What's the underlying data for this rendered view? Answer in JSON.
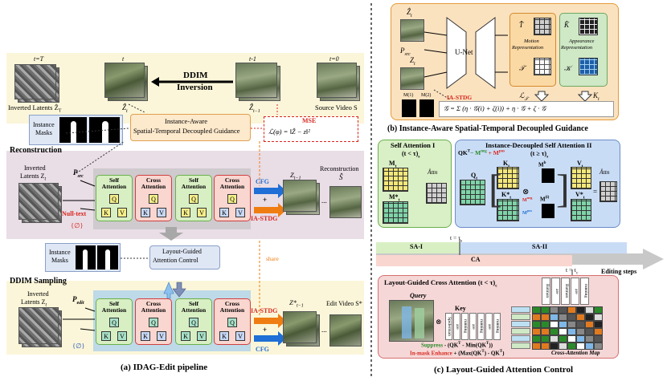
{
  "left": {
    "times": [
      "t=T",
      "t",
      "t-1",
      "t=0"
    ],
    "ddim_inversion": [
      "DDIM",
      "Inversion"
    ],
    "inverted_latents_top": "Inverted Latents Ẑ",
    "inverted_latents_top_sub": "T",
    "z_hat_t": "Ẑ",
    "z_hat_t_sub": "t",
    "z_hat_t1": "Ẑ",
    "z_hat_t1_sub": "t−1",
    "source_video": "Source Video S",
    "instance_masks": [
      "Instance",
      "Masks"
    ],
    "ia_guidance": [
      "Instance-Aware",
      "Spatial-Temporal Decoupled Guidance"
    ],
    "mse": "MSE",
    "loss": "ℒ(φ) = ‖Ẑ − z‖²",
    "reconstruction": "Reconstruction",
    "inverted_latents_z": [
      "Inverted",
      "Latents Z"
    ],
    "inverted_latents_z_sub": "t",
    "p_src": "P",
    "p_src_sub": "src",
    "null_text": "Null-text",
    "null_set": "{∅}",
    "self_attention": [
      "Self",
      "Attention"
    ],
    "cross_attention": [
      "Cross",
      "Attention"
    ],
    "q": "Q",
    "k": "K",
    "v": "V",
    "cfg": "CFG",
    "plus": "+",
    "ia_stdg": "IA-STDG",
    "z_t1": "Z",
    "z_t1_sub": "t−1",
    "ellipsis": "...",
    "reconstruction_out": "Reconstruction",
    "s_hat": "Ŝ",
    "layout_guided": [
      "Layout-Guided",
      "Attention Control"
    ],
    "share": "share",
    "ddim_sampling": "DDIM Sampling",
    "inverted_latents_zstar": [
      "Inverted",
      "Latents Z"
    ],
    "inverted_latents_zstar_sub": "t",
    "p_edit": "P",
    "p_edit_sub": "edit",
    "z_star_t1": "Z*",
    "z_star_t1_sub": "t−1",
    "edit_video": "Edit Video S*",
    "caption": "(a) IDAG-Edit pipeline"
  },
  "right_top": {
    "z_hat": "Ẑ",
    "z_hat_sub": "t",
    "p_src": "P",
    "p_src_sub": "src",
    "z": "Z",
    "z_sub": "t",
    "unet": "U-Net",
    "t_hat": "T̂",
    "motion_rep": [
      "Motion",
      "Representation"
    ],
    "k_hat": "K̂",
    "appearance_rep": [
      "Appearance",
      "Representation"
    ],
    "t_sym": "𝒯",
    "k_sym": "𝒦",
    "l_t": "ℒ",
    "l_t_sub": "𝒯",
    "k_t": "K",
    "k_t_sub": "t",
    "ia_stdg": "IA-STDG",
    "m_labels": [
      "M(1)",
      "M(2)"
    ],
    "formula": "𝒢 = Σ (η · 𝒢(i) + ζ(i)) + η · 𝒢 + ζ · 𝒢",
    "caption": "(b) Instance-Aware Spatial-Temporal Decoupled Guidance"
  },
  "right_mid": {
    "sa1_title": "Self Attention I",
    "sa1_cond": "(t < τ)",
    "sa1_cond_sub": "s",
    "mt": "M",
    "mt_sub": "t",
    "mt_star": "M*",
    "mt_star_sub": "t",
    "attn_hat": "Âttn",
    "sa2_title": "Instance-Decoupled Self Attention II",
    "sa2_cond": "(t ≥ τ)",
    "sa2_cond_sub": "s",
    "qk_formula_prefix": "QK",
    "qk_formula_sup": "T",
    "m_neg": "− M",
    "m_neg_sup": "neg",
    "m_pos": " + M",
    "m_pos_sup": "pos",
    "qt": "Q",
    "qt_sub": "t",
    "kt": "K",
    "kt_sub": "t",
    "kt_star": "K*",
    "kt_star_sub": "t",
    "vt": "V",
    "vt_sub": "t",
    "vt_star": "V*",
    "vt_star_sub": "t",
    "mb": "M",
    "mb_sup": "b",
    "mi": "M",
    "mi_sup": "(i)",
    "m_neg2": "M",
    "m_neg2_sup": "neg",
    "m_pos2": "M",
    "m_pos2_sup": "pos",
    "timeline": {
      "t_tau_s": "t = τ",
      "t_tau_s_sub": "s",
      "sa_i": "SA-I",
      "sa_ii": "SA-II",
      "ca": "CA",
      "t_tau_c": "t = τ",
      "t_tau_c_sub": "c",
      "editing_steps": "Editing steps"
    }
  },
  "right_bottom": {
    "title": "Layout-Guided Cross Attention (t < τ)",
    "title_sub": "c",
    "query": "Query",
    "key": "Key",
    "key_tokens": [
      "Spiderman",
      "are",
      "running",
      "are",
      "running",
      "are",
      "running"
    ],
    "top_tokens": [
      "Batman",
      "are",
      "Batman",
      "are",
      "running"
    ],
    "suppress": "Suppress",
    "suppress_formula": " - (QK",
    "suppress_formula2": " - Min(QK",
    "suppress_formula3": "))",
    "in_mask": "In-mask Enhance",
    "in_mask_formula": " + (Max(QK",
    "in_mask_formula2": ") - QK",
    "in_mask_formula3": ")",
    "cam": "Cross-Attention Map",
    "caption": "(c) Layout-Guided Attention Control"
  },
  "colors": {
    "orange_arrow": "#ef7d12",
    "blue_arrow": "#1f6fd6",
    "red_text": "#d8271e",
    "green_text": "#2a8a2a",
    "pink_panel": "#f6d7d7",
    "sa_fill": "#d8efc3",
    "ca_fill": "#f9d6cf"
  }
}
